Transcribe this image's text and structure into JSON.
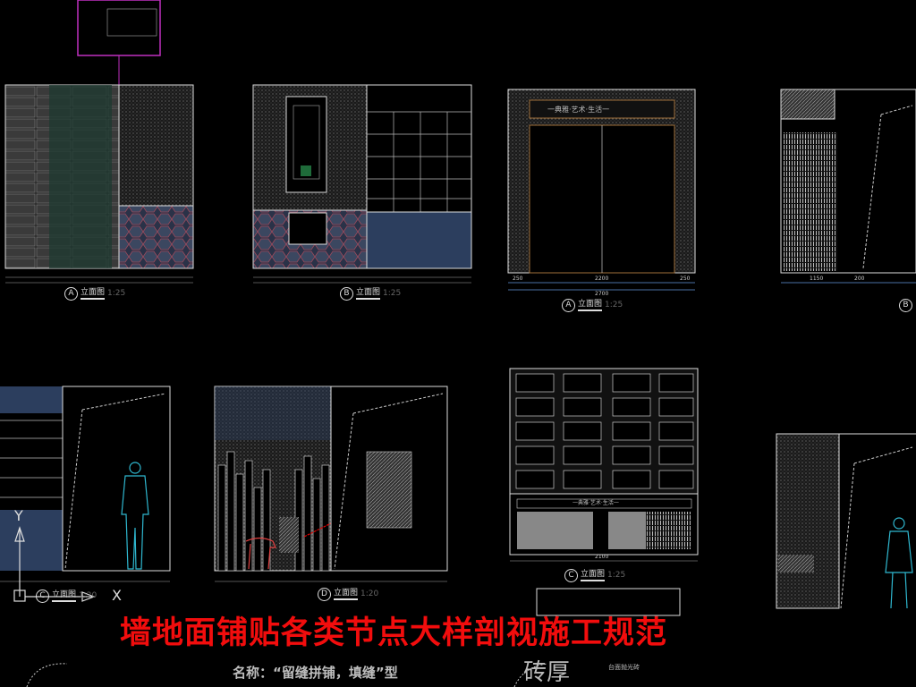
{
  "title": "墙地面铺贴各类节点大样剖视施工规范",
  "notes": {
    "name_left": "名称：“留缝拼铺，填缝”型",
    "thickness": "砖厚",
    "label_polish": "台面抛光砖"
  },
  "elevations": [
    {
      "letter": "A",
      "label": "立面图",
      "scale": "1:25"
    },
    {
      "letter": "B",
      "label": "立面图",
      "scale": "1:25"
    },
    {
      "letter": "A",
      "label": "立面图",
      "scale": "1:25"
    },
    {
      "letter": "B",
      "label": "",
      "scale": ""
    },
    {
      "letter": "C",
      "label": "立面图",
      "scale": "1:20"
    },
    {
      "letter": "D",
      "label": "立面图",
      "scale": "1:20"
    },
    {
      "letter": "C",
      "label": "立面图",
      "scale": "1:25"
    }
  ],
  "door_sign": "一典雅·艺术·生活一",
  "cabinet_sign": "一典雅·艺术·生活一",
  "dimensions": {
    "door": [
      "250",
      "2200",
      "250",
      "2700"
    ],
    "side": [
      "1150",
      "200"
    ],
    "cabinet": [
      "2100"
    ]
  },
  "ucs": {
    "x": "X",
    "y": "Y"
  },
  "colors": {
    "title": "#f20d0d",
    "background": "#000000",
    "dim_line": "#4a6fa5"
  }
}
